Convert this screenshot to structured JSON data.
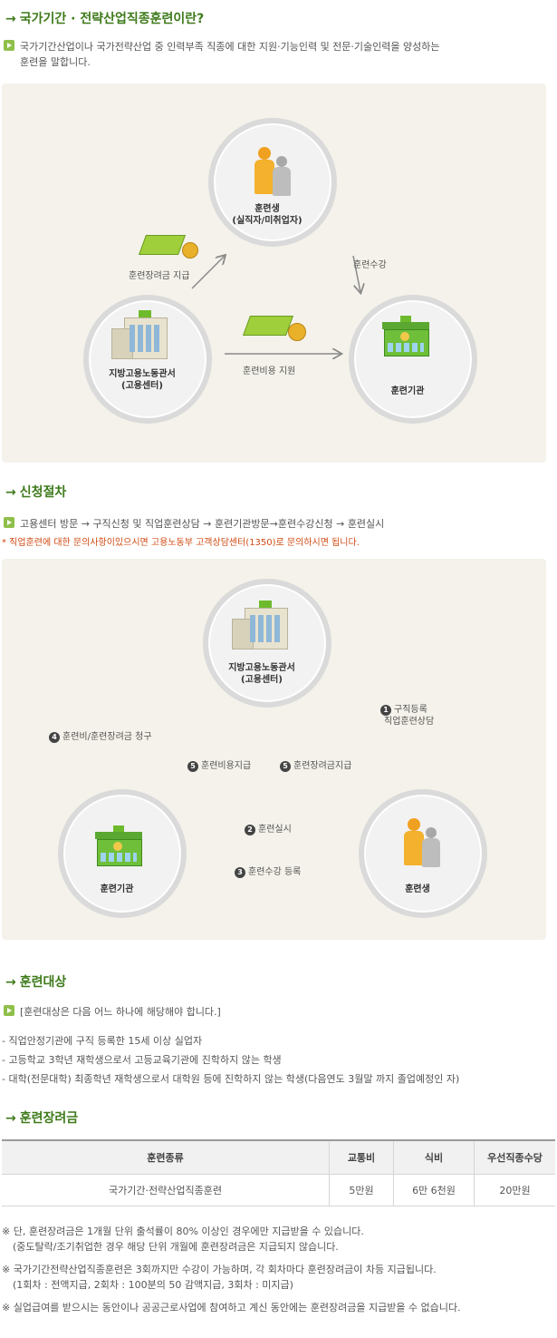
{
  "section1": {
    "title": "국가기간 · 전략산업직종훈련이란?",
    "desc_line1": "국가기간산업이나 국가전략산업 중 인력부족 직종에 대한 지원·기능인력 및 전문·기술인력을 양성하는",
    "desc_line2": "훈련을 말합니다.",
    "diagram": {
      "trainee_line1": "훈련생",
      "trainee_line2": "(실직자/미취업자)",
      "office_line1": "지방고용노동관서",
      "office_line2": "(고용센터)",
      "institution": "훈련기관",
      "allowance_label": "훈련장려금 지급",
      "attend_label": "훈련수강",
      "cost_label": "훈련비용 지원"
    }
  },
  "section2": {
    "title": "신청절차",
    "procedure": "고용센터 방문 → 구직신청 및 직업훈련상담 → 훈련기관방문→훈련수강신청 → 훈련실시",
    "note": "* 직업훈련에 대한 문의사항이있으시면 고용노동부 고객상담센터(1350)로 문의하시면 됩니다.",
    "diagram": {
      "office_line1": "지방고용노동관서",
      "office_line2": "(고용센터)",
      "institution": "훈련기관",
      "trainee": "훈련생",
      "step1_num": "1",
      "step1_line1": "구직등록",
      "step1_line2": "직업훈련상담",
      "step2_num": "2",
      "step2": "훈련실시",
      "step3_num": "3",
      "step3": "훈련수강 등록",
      "step4_num": "4",
      "step4": "훈련비/훈련장려금 청구",
      "step5a_num": "5",
      "step5a": "훈련비용지급",
      "step5b_num": "5",
      "step5b": "훈련장려금지급"
    }
  },
  "section3": {
    "title": "훈련대상",
    "intro": "[훈련대상은 다음 어느 하나에 해당해야 합니다.]",
    "items": [
      "- 직업안정기관에 구직 등록한 15세 이상 실업자",
      "- 고등학교 3학년 재학생으로서 고등교육기관에 진학하지 않는 학생",
      "- 대학(전문대학) 최종학년 재학생으로서 대학원 등에 진학하지 않는 학생(다음연도 3월말 까지 졸업예정인 자)"
    ]
  },
  "section4": {
    "title": "훈련장려금",
    "table": {
      "headers": [
        "훈련종류",
        "교통비",
        "식비",
        "우선직종수당"
      ],
      "row": [
        "국가기간·전략산업직종훈련",
        "5만원",
        "6만 6천원",
        "20만원"
      ]
    },
    "notes": [
      "※ 단, 훈련장려금은 1개월 단위 출석률이 80% 이상인 경우에만 지급받을 수 있습니다.",
      "(중도탈락/조기취업한 경우 해당 단위 개월에 훈련장려금은 지급되지 않습니다.",
      "※ 국가기간전략산업직종훈련은 3회까지만 수강이 가능하며, 각 회차마다 훈련장려금이 차등 지급됩니다.",
      "(1회차 : 전액지급, 2회차 : 100분의 50 감액지급, 3회차 : 미지급)",
      "※ 실업급여를 받으시는 동안이나 공공근로사업에 참여하고 계신 동안에는 훈련장려금을 지급받을 수 없습니다."
    ]
  },
  "colors": {
    "accent": "#3e7a1a",
    "note": "#d04a12",
    "panel": "#f4f2ea"
  }
}
